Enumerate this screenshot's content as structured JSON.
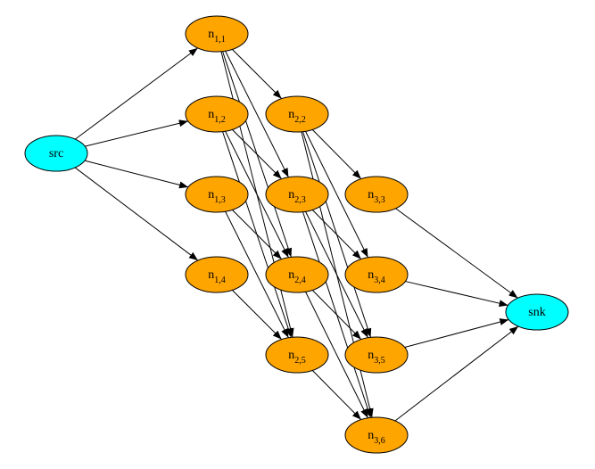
{
  "diagram": {
    "colors": {
      "terminal_fill": "#00ffff",
      "inner_fill": "#ffa500",
      "stroke": "#000000",
      "background": "#ffffff"
    },
    "nodes": [
      {
        "id": "src",
        "label": "src",
        "sub": "",
        "kind": "terminal"
      },
      {
        "id": "snk",
        "label": "snk",
        "sub": "",
        "kind": "terminal"
      },
      {
        "id": "n11",
        "label": "n",
        "sub": "1,1",
        "kind": "inner"
      },
      {
        "id": "n12",
        "label": "n",
        "sub": "1,2",
        "kind": "inner"
      },
      {
        "id": "n13",
        "label": "n",
        "sub": "1,3",
        "kind": "inner"
      },
      {
        "id": "n14",
        "label": "n",
        "sub": "1,4",
        "kind": "inner"
      },
      {
        "id": "n22",
        "label": "n",
        "sub": "2,2",
        "kind": "inner"
      },
      {
        "id": "n23",
        "label": "n",
        "sub": "2,3",
        "kind": "inner"
      },
      {
        "id": "n24",
        "label": "n",
        "sub": "2,4",
        "kind": "inner"
      },
      {
        "id": "n25",
        "label": "n",
        "sub": "2,5",
        "kind": "inner"
      },
      {
        "id": "n33",
        "label": "n",
        "sub": "3,3",
        "kind": "inner"
      },
      {
        "id": "n34",
        "label": "n",
        "sub": "3,4",
        "kind": "inner"
      },
      {
        "id": "n35",
        "label": "n",
        "sub": "3,5",
        "kind": "inner"
      },
      {
        "id": "n36",
        "label": "n",
        "sub": "3,6",
        "kind": "inner"
      }
    ],
    "edges": [
      [
        "src",
        "n11"
      ],
      [
        "src",
        "n12"
      ],
      [
        "src",
        "n13"
      ],
      [
        "src",
        "n14"
      ],
      [
        "n11",
        "n22"
      ],
      [
        "n11",
        "n23"
      ],
      [
        "n11",
        "n24"
      ],
      [
        "n11",
        "n25"
      ],
      [
        "n12",
        "n23"
      ],
      [
        "n12",
        "n24"
      ],
      [
        "n12",
        "n25"
      ],
      [
        "n13",
        "n24"
      ],
      [
        "n13",
        "n25"
      ],
      [
        "n14",
        "n25"
      ],
      [
        "n22",
        "n33"
      ],
      [
        "n22",
        "n34"
      ],
      [
        "n22",
        "n35"
      ],
      [
        "n22",
        "n36"
      ],
      [
        "n23",
        "n34"
      ],
      [
        "n23",
        "n35"
      ],
      [
        "n23",
        "n36"
      ],
      [
        "n24",
        "n35"
      ],
      [
        "n24",
        "n36"
      ],
      [
        "n25",
        "n36"
      ],
      [
        "n33",
        "snk"
      ],
      [
        "n34",
        "snk"
      ],
      [
        "n35",
        "snk"
      ],
      [
        "n36",
        "snk"
      ]
    ]
  }
}
